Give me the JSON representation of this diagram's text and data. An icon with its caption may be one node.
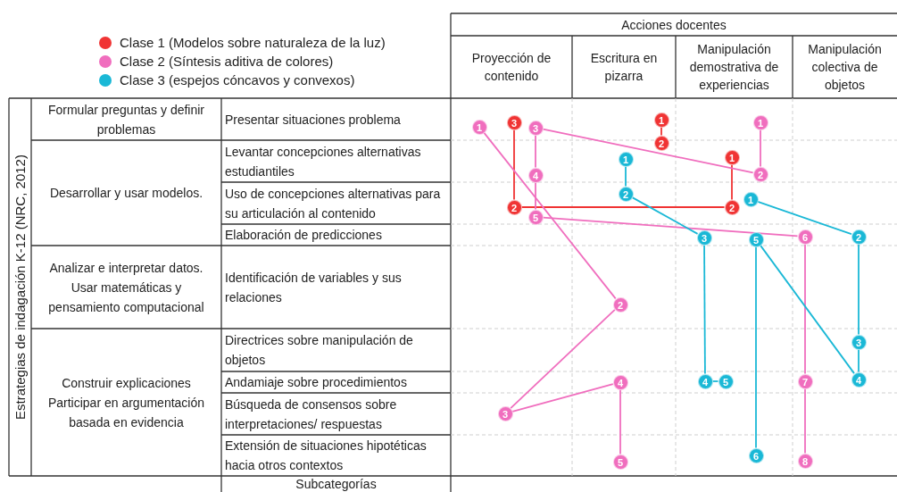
{
  "diagram": {
    "nodes": [
      {
        "text": [
          "1"
        ]
      },
      {
        "text": [
          "2"
        ]
      },
      {
        "text": [
          "1"
        ]
      },
      {
        "text": [
          "2"
        ]
      },
      {
        "text": [
          "2"
        ]
      },
      {
        "text": [
          "3"
        ]
      },
      {
        "text": [
          "1"
        ]
      },
      {
        "text": [
          "2"
        ]
      },
      {
        "text": [
          "3"
        ]
      },
      {
        "text": [
          "4"
        ]
      },
      {
        "text": [
          "5"
        ]
      },
      {
        "text": [
          "1"
        ]
      },
      {
        "text": [
          "2"
        ]
      },
      {
        "text": [
          "3"
        ]
      },
      {
        "text": [
          "4"
        ]
      },
      {
        "text": [
          "5"
        ]
      },
      {
        "text": [
          "6"
        ]
      },
      {
        "text": [
          "7"
        ]
      },
      {
        "text": [
          "8"
        ]
      },
      {
        "text": [
          "1"
        ]
      },
      {
        "text": [
          "2"
        ]
      },
      {
        "text": [
          "3"
        ]
      },
      {
        "text": [
          "4"
        ]
      },
      {
        "text": [
          "5"
        ]
      },
      {
        "text": [
          "1"
        ]
      },
      {
        "text": [
          "2"
        ]
      },
      {
        "text": [
          "3"
        ]
      },
      {
        "text": [
          "4"
        ]
      },
      {
        "text": [
          "5"
        ]
      },
      {
        "text": [
          "6"
        ]
      }
    ],
    "edges": [
      {
        "from": 0,
        "to": 1,
        "arrow": "none",
        "color": "#f03434"
      },
      {
        "from": 2,
        "to": 3,
        "arrow": "none",
        "color": "#f03434"
      },
      {
        "from": 3,
        "to": 4,
        "arrow": "none",
        "color": "#f03434"
      },
      {
        "from": 4,
        "to": 5,
        "arrow": "none",
        "color": "#f03434"
      },
      {
        "from": 6,
        "to": 7,
        "arrow": "none"
      },
      {
        "from": 7,
        "to": 8,
        "arrow": "none"
      },
      {
        "from": 8,
        "to": 9,
        "arrow": "none"
      },
      {
        "from": 9,
        "to": 10,
        "arrow": "none"
      },
      {
        "from": 11,
        "to": 12,
        "arrow": "none"
      },
      {
        "from": 12,
        "to": 13,
        "arrow": "none"
      },
      {
        "from": 13,
        "to": 14,
        "arrow": "none"
      },
      {
        "from": 14,
        "to": 15,
        "arrow": "none"
      },
      {
        "from": 15,
        "to": 16,
        "arrow": "none"
      },
      {
        "from": 16,
        "to": 17,
        "arrow": "none"
      },
      {
        "from": 17,
        "to": 18,
        "arrow": "none"
      },
      {
        "from": 19,
        "to": 20,
        "arrow": "none",
        "color": "#1ab8d6"
      },
      {
        "from": 20,
        "to": 21,
        "arrow": "none",
        "color": "#1ab8d6"
      },
      {
        "from": 21,
        "to": 22,
        "arrow": "none",
        "color": "#1ab8d6"
      },
      {
        "from": 22,
        "to": 23,
        "arrow": "none",
        "color": "#1ab8d6"
      },
      {
        "from": 24,
        "to": 25,
        "arrow": "none",
        "color": "#1ab8d6"
      },
      {
        "from": 25,
        "to": 26,
        "arrow": "none",
        "color": "#1ab8d6"
      },
      {
        "from": 26,
        "to": 27,
        "arrow": "none",
        "color": "#1ab8d6"
      },
      {
        "from": 27,
        "to": 28,
        "arrow": "none",
        "color": "#1ab8d6"
      },
      {
        "from": 28,
        "to": 29,
        "arrow": "none",
        "color": "#1ab8d6"
      }
    ],
    "labels": [
      "Acciones docentes",
      "Proyección de contenido",
      "Escritura en pizarra",
      "Manipulación demostrativa de experiencias",
      "Manipulación colectiva de objetos",
      "Estrategias de indagación K-12 (NRC, 2012)",
      "Formular preguntas y definir problemas",
      "Presentar situaciones problema",
      "Levantar concepciones alternativas estudiantiles",
      "Desarrollar y usar modelos.",
      "Uso de concepciones alternativas para su articulación al contenido",
      "Elaboración de predicciones",
      "Analizar e interpretar datos. Usar matemáticas y pensamiento computacional",
      "Identificación de variables y sus relaciones",
      "Directrices sobre manipulación de objetos",
      "Construir explicaciones Participar en argumentación basada en evidencia",
      "Andamiaje sobre procedimientos",
      "Búsqueda de consensos sobre interpretaciones/ respuestas",
      "Extensión de situaciones hipotéticas hacia otros contextos",
      "Subcategorías"
    ],
    "legend": [
      {
        "text": "Clase 1 (Modelos sobre naturaleza de la luz)",
        "color": "#f03434"
      },
      {
        "text": "Clase 2 (Síntesis aditiva de colores)",
        "color": "#f06ebe"
      },
      {
        "text": "Clase 3 (espejos cóncavos y convexos)",
        "color": "#1ab8d6"
      }
    ]
  }
}
